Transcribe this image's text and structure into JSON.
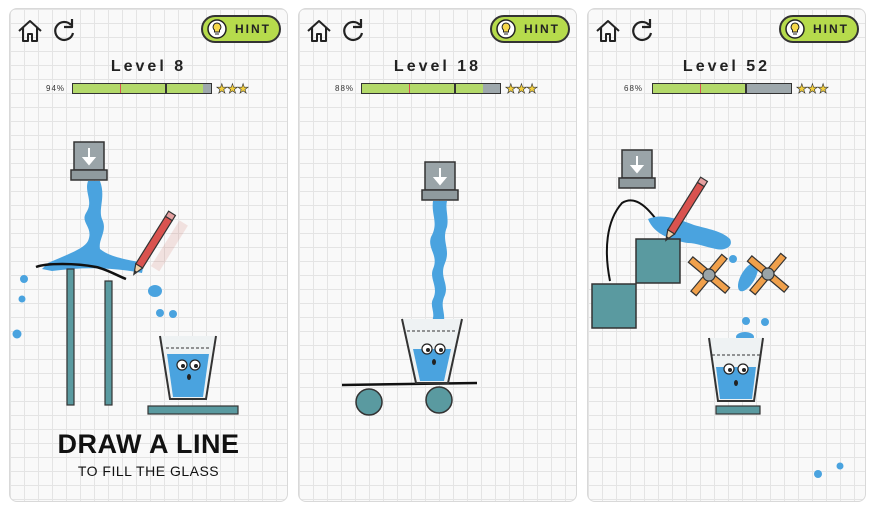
{
  "hint_label": "HINT",
  "icons": {
    "home": "home-icon",
    "restart": "restart-icon",
    "hint": "lightbulb-icon",
    "pencil": "pencil-icon"
  },
  "colors": {
    "water": "#4aa3df",
    "teal": "#5a9aa0",
    "hint_bg": "#b6db4c",
    "bar_fill": "#b3d96a",
    "star": "#f4d03f",
    "fan": "#f0a04b"
  },
  "panels": [
    {
      "level": "Level 8",
      "progress_label": "94%",
      "progress": 0.94,
      "stars": 3
    },
    {
      "level": "Level 18",
      "progress_label": "88%",
      "progress": 0.88,
      "stars": 3
    },
    {
      "level": "Level 52",
      "progress_label": "68%",
      "progress": 0.68,
      "stars": 3
    }
  ],
  "caption": {
    "headline": "DRAW A LINE",
    "sub": "TO FILL THE GLASS"
  }
}
